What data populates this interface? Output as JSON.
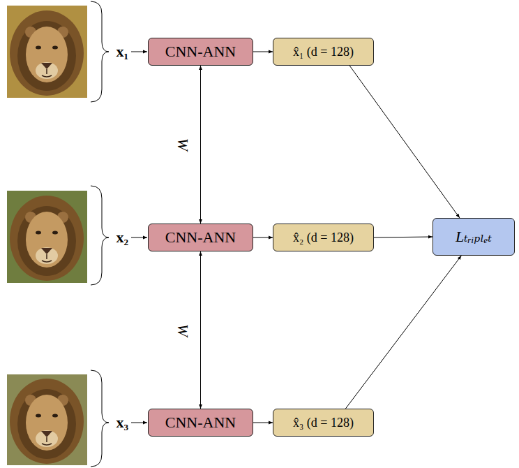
{
  "diagram": {
    "nodes": [
      {
        "text": [
          "CNN-ANN"
        ]
      },
      {
        "text": [
          "x̂₁ (d = 128)"
        ]
      },
      {
        "text": [
          "CNN-ANN"
        ]
      },
      {
        "text": [
          "x̂₂ (d = 128)"
        ]
      },
      {
        "text": [
          "Lₜᵣᵢₚₗₑₜ"
        ]
      },
      {
        "text": [
          "CNN-ANN"
        ]
      },
      {
        "text": [
          "x̂₃ (d = 128)"
        ]
      }
    ],
    "edges": [
      {
        "from": 0,
        "to": 1,
        "arrow": "to"
      },
      {
        "from": 2,
        "to": 3,
        "arrow": "to"
      },
      {
        "from": 5,
        "to": 6,
        "arrow": "to"
      },
      {
        "from": 1,
        "to": 4,
        "arrow": "to"
      },
      {
        "from": 3,
        "to": 4,
        "arrow": "to"
      },
      {
        "from": 6,
        "to": 4,
        "arrow": "to"
      },
      {
        "from": 0,
        "to": 2,
        "label": "W",
        "arrow": "both"
      },
      {
        "from": 2,
        "to": 5,
        "label": "W",
        "arrow": "both"
      }
    ],
    "labels": [
      "x₁",
      "x₂",
      "x₃"
    ]
  }
}
